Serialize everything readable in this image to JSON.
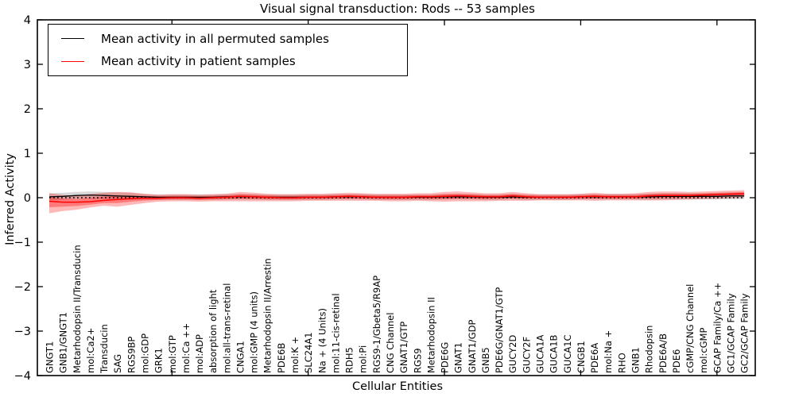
{
  "chart_data": {
    "type": "line",
    "title": "Visual signal transduction: Rods -- 53 samples",
    "xlabel": "Cellular Entities",
    "ylabel": "Inferred Activity",
    "ylim": [
      -4,
      4
    ],
    "ytick_values": [
      -4,
      -3,
      -2,
      -1,
      0,
      1,
      2,
      3,
      4
    ],
    "ytick_labels": [
      "−4",
      "−3",
      "−2",
      "−1",
      "0",
      "1",
      "2",
      "3",
      "4"
    ],
    "grid": false,
    "legend_position": "upper-left",
    "zero_line": {
      "style": "dotted",
      "color": "#000000",
      "y": 0
    },
    "top_tick_indices": [
      9,
      19,
      29,
      39,
      49
    ],
    "categories": [
      "GNGT1",
      "GNB1/GNGT1",
      "Metarhodopsin II/Transducin",
      "mol:Ca2+",
      "Transducin",
      "SAG",
      "RGS9BP",
      "mol:GDP",
      "GRK1",
      "mol:GTP",
      "mol:Ca ++",
      "mol:ADP",
      "absorption of light",
      "mol:all-trans-retinal",
      "CNGA1",
      "mol:GMP (4 units)",
      "Metarhodopsin II/Arrestin",
      "PDE6B",
      "mol:K +",
      "SLC24A1",
      "Na + (4 Units)",
      "mol:11-cis-retinal",
      "RDH5",
      "mol:Pi",
      "RGS9-1/Gbeta5/R9AP",
      "CNG Channel",
      "GNAT1/GTP",
      "RGS9",
      "Metarhodopsin II",
      "PDE6G",
      "GNAT1",
      "GNAT1/GDP",
      "GNB5",
      "PDE6G/GNAT1/GTP",
      "GUCY2D",
      "GUCY2F",
      "GUCA1A",
      "GUCA1B",
      "GUCA1C",
      "CNGB1",
      "PDE6A",
      "mol:Na +",
      "RHO",
      "GNB1",
      "Rhodopsin",
      "PDE6A/B",
      "PDE6",
      "cGMP/CNG Channel",
      "mol:cGMP",
      "GCAP Family/Ca ++",
      "GC1/GCAP Family",
      "GC2/GCAP Family"
    ],
    "series": [
      {
        "name": "Mean activity in all permuted samples",
        "color": "#000000",
        "band_color": "#000000",
        "band_opacity": 0.16,
        "values": [
          0.02,
          0.03,
          0.05,
          0.06,
          0.05,
          0.04,
          0.03,
          0.02,
          0.01,
          0.01,
          0.01,
          0.01,
          0.01,
          0.02,
          0.02,
          0.02,
          0.01,
          0.01,
          0.01,
          0.01,
          0.01,
          0.02,
          0.02,
          0.02,
          0.01,
          0.01,
          0.01,
          0.01,
          0.01,
          0.02,
          0.02,
          0.02,
          0.01,
          0.01,
          0.02,
          0.01,
          0.01,
          0.01,
          0.01,
          0.02,
          0.02,
          0.02,
          0.02,
          0.02,
          0.02,
          0.03,
          0.03,
          0.03,
          0.03,
          0.03,
          0.04,
          0.04
        ],
        "band_upper": [
          0.1,
          0.11,
          0.13,
          0.14,
          0.13,
          0.12,
          0.11,
          0.08,
          0.07,
          0.07,
          0.07,
          0.07,
          0.07,
          0.08,
          0.08,
          0.08,
          0.07,
          0.07,
          0.07,
          0.07,
          0.07,
          0.08,
          0.08,
          0.08,
          0.07,
          0.07,
          0.07,
          0.07,
          0.07,
          0.08,
          0.08,
          0.08,
          0.07,
          0.07,
          0.08,
          0.07,
          0.07,
          0.07,
          0.07,
          0.08,
          0.08,
          0.08,
          0.08,
          0.08,
          0.09,
          0.1,
          0.1,
          0.1,
          0.1,
          0.1,
          0.11,
          0.11
        ],
        "band_lower": [
          -0.06,
          -0.05,
          -0.03,
          -0.02,
          -0.03,
          -0.04,
          -0.05,
          -0.04,
          -0.05,
          -0.05,
          -0.05,
          -0.05,
          -0.05,
          -0.04,
          -0.04,
          -0.04,
          -0.05,
          -0.05,
          -0.05,
          -0.05,
          -0.05,
          -0.04,
          -0.04,
          -0.04,
          -0.05,
          -0.05,
          -0.05,
          -0.05,
          -0.05,
          -0.04,
          -0.04,
          -0.04,
          -0.05,
          -0.05,
          -0.04,
          -0.05,
          -0.05,
          -0.05,
          -0.05,
          -0.04,
          -0.04,
          -0.04,
          -0.04,
          -0.04,
          -0.05,
          -0.04,
          -0.04,
          -0.04,
          -0.04,
          -0.04,
          -0.03,
          -0.03
        ]
      },
      {
        "name": "Mean activity in patient samples",
        "color": "#ff0000",
        "band_color": "#ff0000",
        "band_opacity": 0.28,
        "values": [
          -0.08,
          -0.1,
          -0.1,
          -0.09,
          -0.06,
          -0.04,
          -0.02,
          -0.01,
          -0.01,
          0.0,
          0.0,
          -0.01,
          0.0,
          0.01,
          0.03,
          0.02,
          0.01,
          0.0,
          0.0,
          0.01,
          0.01,
          0.02,
          0.03,
          0.02,
          0.01,
          0.01,
          0.01,
          0.02,
          0.02,
          0.03,
          0.04,
          0.03,
          0.02,
          0.02,
          0.04,
          0.02,
          0.01,
          0.01,
          0.01,
          0.02,
          0.03,
          0.02,
          0.02,
          0.02,
          0.04,
          0.05,
          0.05,
          0.05,
          0.06,
          0.07,
          0.08,
          0.09
        ],
        "band_upper": [
          0.1,
          0.06,
          0.04,
          0.08,
          0.11,
          0.13,
          0.12,
          0.09,
          0.07,
          0.08,
          0.08,
          0.07,
          0.08,
          0.09,
          0.13,
          0.11,
          0.09,
          0.08,
          0.08,
          0.09,
          0.09,
          0.1,
          0.11,
          0.1,
          0.09,
          0.09,
          0.09,
          0.1,
          0.1,
          0.13,
          0.14,
          0.12,
          0.1,
          0.1,
          0.13,
          0.1,
          0.08,
          0.08,
          0.08,
          0.09,
          0.11,
          0.09,
          0.09,
          0.1,
          0.13,
          0.14,
          0.14,
          0.13,
          0.14,
          0.15,
          0.16,
          0.17
        ],
        "band_lower": [
          -0.35,
          -0.3,
          -0.27,
          -0.22,
          -0.18,
          -0.2,
          -0.16,
          -0.12,
          -0.09,
          -0.08,
          -0.08,
          -0.09,
          -0.08,
          -0.08,
          -0.08,
          -0.08,
          -0.08,
          -0.08,
          -0.08,
          -0.07,
          -0.07,
          -0.07,
          -0.07,
          -0.07,
          -0.07,
          -0.08,
          -0.08,
          -0.07,
          -0.08,
          -0.09,
          -0.08,
          -0.08,
          -0.08,
          -0.07,
          -0.07,
          -0.07,
          -0.06,
          -0.06,
          -0.06,
          -0.06,
          -0.07,
          -0.06,
          -0.06,
          -0.06,
          -0.06,
          -0.06,
          -0.05,
          -0.04,
          -0.03,
          -0.02,
          -0.01,
          0.01
        ]
      }
    ]
  }
}
